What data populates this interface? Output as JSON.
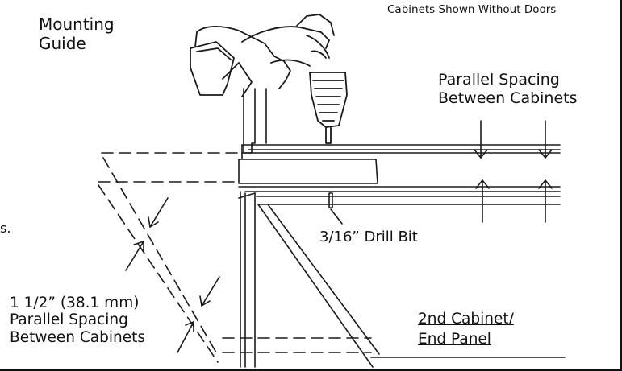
{
  "labels": {
    "corner_note": "Cabinets Shown Without Doors",
    "mounting_guide": "Mounting\nGuide",
    "parallel_spacing_right": "Parallel Spacing\nBetween Cabinets",
    "drill_bit": "3/16” Drill Bit",
    "spacing_left": "1 1/2” (38.1 mm)\nParallel Spacing\nBetween Cabinets",
    "second_cabinet": "2nd Cabinet/",
    "end_panel": "End Panel",
    "edge_fragment": "s."
  },
  "colors": {
    "line": "#1a1a1a",
    "background": "#ffffff"
  },
  "icons": [
    "cordless-drill-icon",
    "drill-bit-icon",
    "arrow-icon"
  ]
}
